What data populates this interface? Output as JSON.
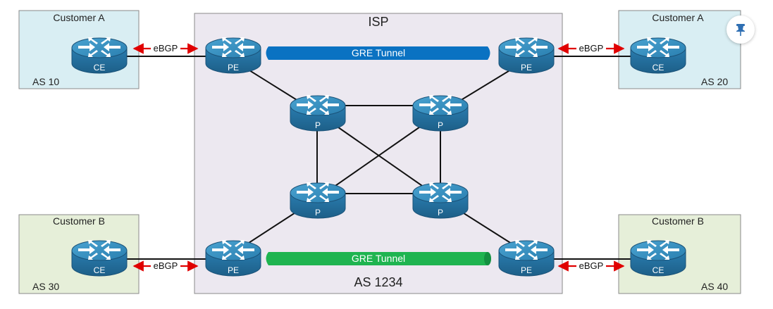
{
  "isp": {
    "title": "ISP",
    "as_label": "AS 1234"
  },
  "customers": {
    "a_left": {
      "name": "Customer A",
      "as": "AS 10"
    },
    "a_right": {
      "name": "Customer A",
      "as": "AS 20"
    },
    "b_left": {
      "name": "Customer B",
      "as": "AS 30"
    },
    "b_right": {
      "name": "Customer B",
      "as": "AS 40"
    }
  },
  "routers": {
    "ce_a_left": "CE",
    "ce_a_right": "CE",
    "ce_b_left": "CE",
    "ce_b_right": "CE",
    "pe_top_left": "PE",
    "pe_top_right": "PE",
    "pe_bottom_left": "PE",
    "pe_bottom_right": "PE",
    "p_top_left": "P",
    "p_top_right": "P",
    "p_bottom_left": "P",
    "p_bottom_right": "P"
  },
  "links": {
    "ebgp_a_left": "eBGP",
    "ebgp_a_right": "eBGP",
    "ebgp_b_left": "eBGP",
    "ebgp_b_right": "eBGP"
  },
  "tunnels": {
    "top": {
      "label": "GRE Tunnel",
      "color": "#0a72c2"
    },
    "bottom": {
      "label": "GRE Tunnel",
      "color": "#1fb450"
    }
  },
  "colors": {
    "isp_box": "#ece8f0",
    "customer_a_box": "#d9eef3",
    "customer_b_box": "#e6efd9",
    "router": "#2f86b5",
    "ebgp_arrow": "#e00000"
  },
  "icons": {
    "pin": "pin-icon"
  }
}
